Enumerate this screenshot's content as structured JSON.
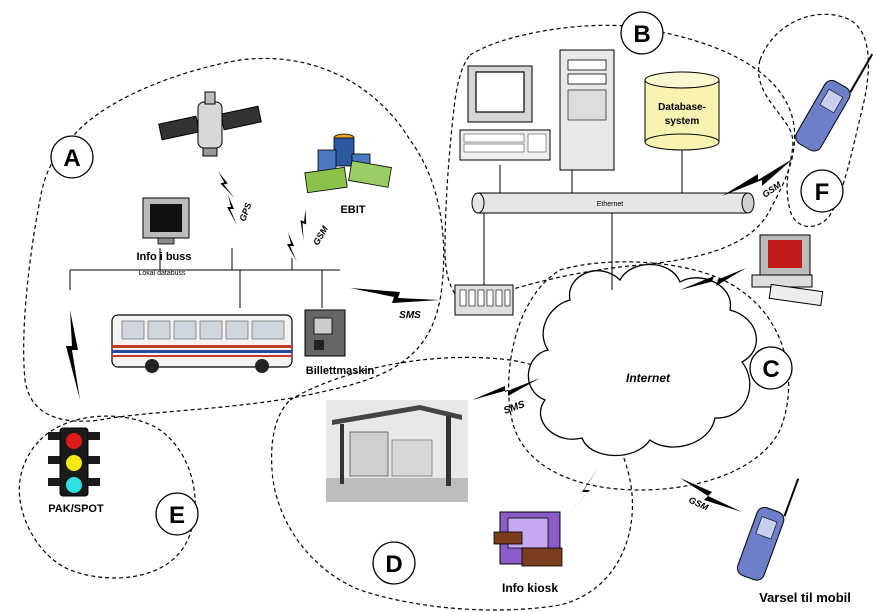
{
  "zones": {
    "a": "A",
    "b": "B",
    "c": "C",
    "d": "D",
    "e": "E",
    "f": "F"
  },
  "labels": {
    "gps": "GPS",
    "gsm_bus": "GSM",
    "ebit": "EBIT",
    "info_buss": "Info i buss",
    "lokal_databuss": "Lokal databuss",
    "billettmaskin": "Billettmaskin",
    "sms_bus": "SMS",
    "ethernet": "Ethernet",
    "database_line1": "Database-",
    "database_line2": "system",
    "gsm_f": "GSM",
    "internet": "Internet",
    "sms_stop": "SMS",
    "gsm_mobile": "GSM",
    "pak_spot": "PAK/SPOT",
    "info_kiosk": "Info kiosk",
    "varsel": "Varsel til mobil"
  },
  "icon_names": [
    "satellite-icon",
    "monitor-icon",
    "money-icon",
    "bus-icon",
    "ticket-machine-icon",
    "traffic-light-icon",
    "workstation-icon",
    "tower-pc-icon",
    "database-icon",
    "router-icon",
    "mobile-phone-icon",
    "desktop-pc-icon",
    "bus-shelter-icon",
    "kiosk-icon",
    "cloud-icon",
    "lightning-icon"
  ],
  "colors": {
    "red": "#e11b1b",
    "yellow": "#f6ea12",
    "cyan": "#2fe0e0",
    "phone": "#6d7fc8",
    "db": "#f8f3b0",
    "kiosk": "#8c5cc8",
    "bus_red": "#c0392b",
    "bus_blue": "#2c4aa0"
  }
}
